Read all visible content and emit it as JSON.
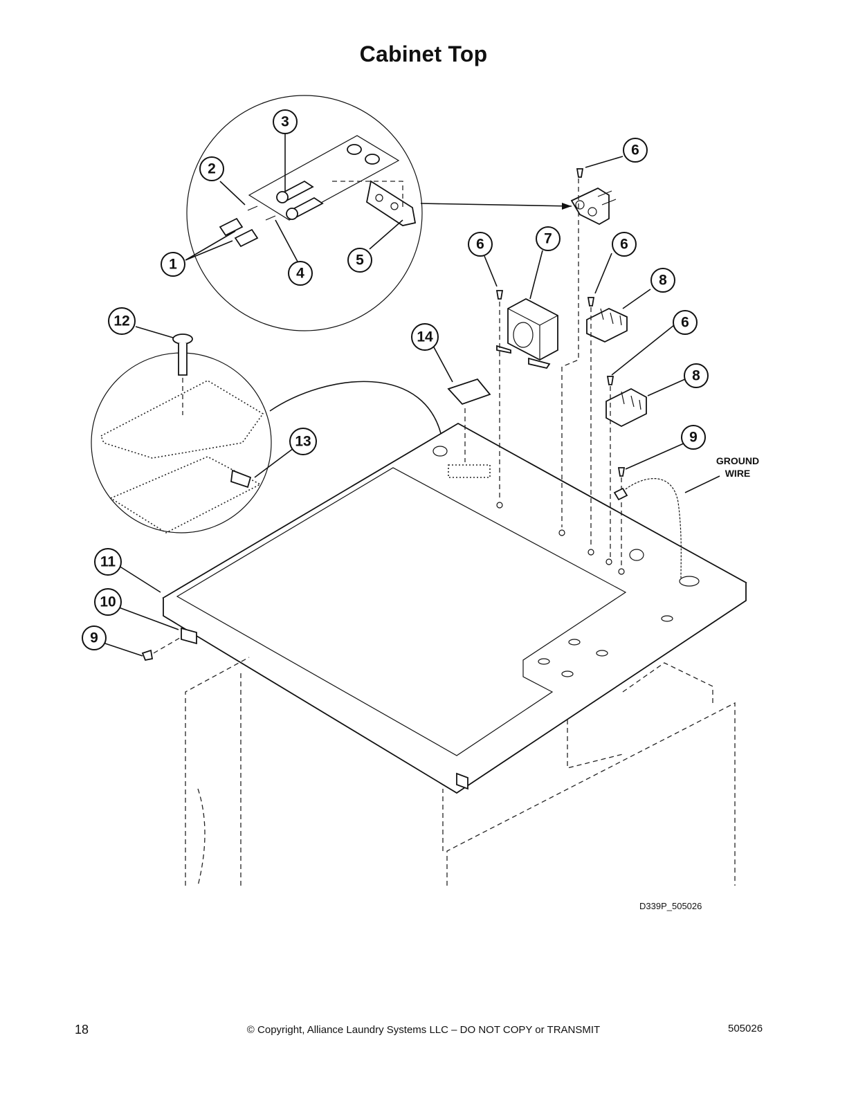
{
  "title": "Cabinet Top",
  "callouts": [
    "1",
    "2",
    "3",
    "4",
    "5",
    "6",
    "7",
    "8",
    "9",
    "10",
    "11",
    "12",
    "13",
    "14"
  ],
  "ground_wire_label": [
    "GROUND",
    "WIRE"
  ],
  "drawing_code": "D339P_505026",
  "footer": {
    "page_number": "18",
    "copyright": "© Copyright, Alliance Laundry Systems LLC – DO NOT COPY or TRANSMIT",
    "doc_number": "505026"
  }
}
